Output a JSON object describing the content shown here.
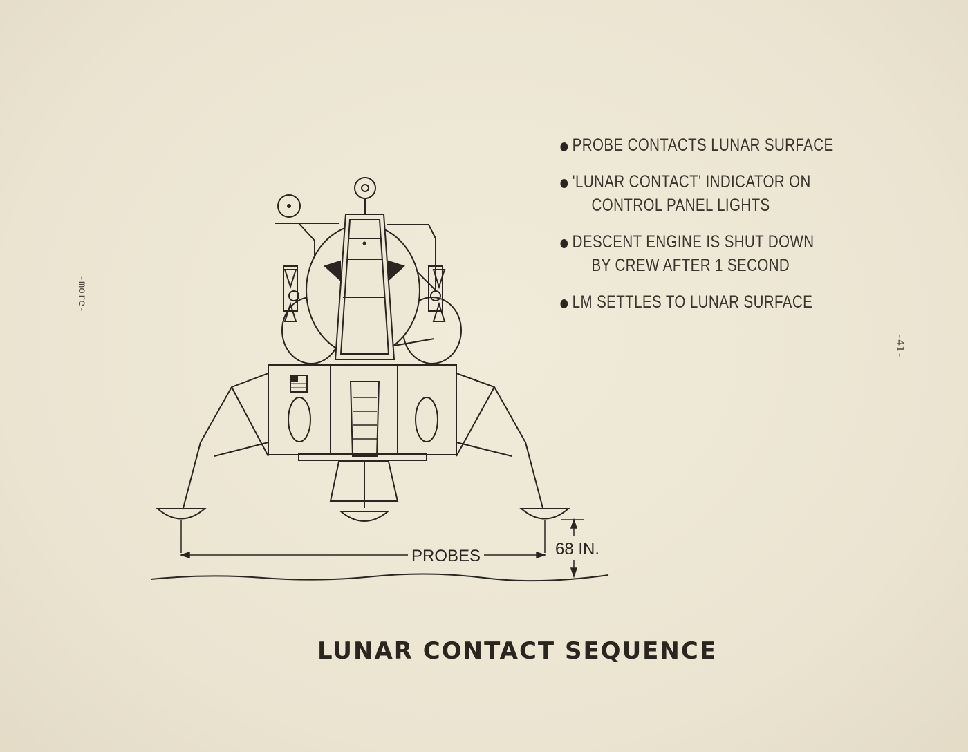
{
  "side_notes": {
    "left": "-more-",
    "right": "-41-"
  },
  "bullets": [
    {
      "line1": "PROBE CONTACTS LUNAR SURFACE",
      "line2": null
    },
    {
      "line1": "'LUNAR CONTACT' INDICATOR ON",
      "line2": "CONTROL PANEL LIGHTS"
    },
    {
      "line1": "DESCENT ENGINE IS SHUT DOWN",
      "line2": "BY CREW AFTER 1 SECOND"
    },
    {
      "line1": "LM SETTLES TO LUNAR SURFACE",
      "line2": null
    }
  ],
  "diagram": {
    "probes_label": "PROBES",
    "height_label": "68 IN."
  },
  "title": "LUNAR CONTACT SEQUENCE"
}
